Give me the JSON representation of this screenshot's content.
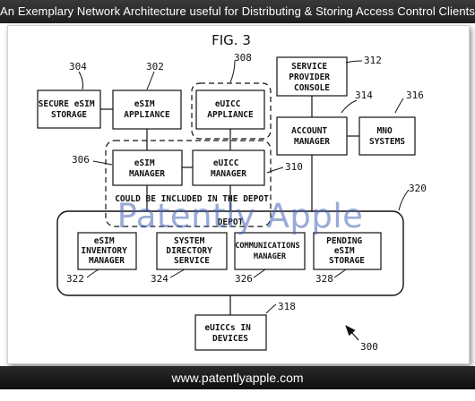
{
  "header": {
    "title": "An Exemplary Network Architecture useful for Distributing & Storing Access Control Clients"
  },
  "figure": {
    "label": "FIG. 3",
    "watermark": "Patently Apple",
    "boxes": {
      "secure_esim_storage": [
        "SECURE eSIM",
        "STORAGE"
      ],
      "esim_appliance": [
        "eSIM",
        "APPLIANCE"
      ],
      "euicc_appliance": [
        "eUICC",
        "APPLIANCE"
      ],
      "service_provider_console": [
        "SERVICE",
        "PROVIDER",
        "CONSOLE"
      ],
      "account_manager": [
        "ACCOUNT",
        "MANAGER"
      ],
      "mno_systems": [
        "MNO",
        "SYSTEMS"
      ],
      "esim_manager": [
        "eSIM",
        "MANAGER"
      ],
      "euicc_manager": [
        "eUICC",
        "MANAGER"
      ],
      "esim_inventory_manager": [
        "eSIM",
        "INVENTORY",
        "MANAGER"
      ],
      "system_directory_service": [
        "SYSTEM",
        "DIRECTORY",
        "SERVICE"
      ],
      "communications_manager": [
        "COMMUNICATIONS",
        "MANAGER"
      ],
      "pending_esim_storage": [
        "PENDING",
        "eSIM",
        "STORAGE"
      ],
      "euiccs_in_devices": [
        "eUICCs IN",
        "DEVICES"
      ]
    },
    "notes": {
      "depot_caption": "COULD BE INCLUDED IN THE DEPOT",
      "depot_label": "DEPOT"
    },
    "refs": {
      "r302": "302",
      "r304": "304",
      "r306": "306",
      "r308": "308",
      "r310": "310",
      "r312": "312",
      "r314": "314",
      "r316": "316",
      "r318": "318",
      "r320": "320",
      "r322": "322",
      "r324": "324",
      "r326": "326",
      "r328": "328",
      "r300": "300"
    }
  },
  "footer": {
    "url": "www.patentlyapple.com"
  }
}
